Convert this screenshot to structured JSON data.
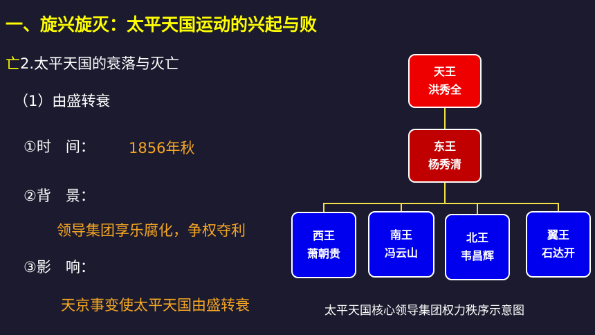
{
  "slide": {
    "title": "一、旋兴旋灭：太平天国运动的兴起与败",
    "section_glyph": "亡",
    "section": "2.太平天国的衰落与灭亡",
    "item1": "（1）由盛转衰",
    "time_label": "①时　间：",
    "time_value": "1856年秋",
    "background_label": "②背　景：",
    "background_value": "领导集团享乐腐化，争权夺利",
    "impact_label": "③影　响：",
    "impact_value": "天京事变使太平天国由盛转衰"
  },
  "diagram": {
    "caption": "太平天国核心领导集团权力秩序示意图",
    "nodes": {
      "tianwang": {
        "title": "天王",
        "name": "洪秀全"
      },
      "dongwang": {
        "title": "东王",
        "name": "杨秀清"
      },
      "xiwang": {
        "title": "西王",
        "name": "萧朝贵"
      },
      "nanwang": {
        "title": "南王",
        "name": "冯云山"
      },
      "beiwang": {
        "title": "北王",
        "name": "韦昌辉"
      },
      "yiwang": {
        "title": "翼王",
        "name": "石达开"
      }
    },
    "colors": {
      "background": "#1b1a2e",
      "title_text": "#ffff00",
      "highlight_text": "#f5a623",
      "top_node": "#ee0000",
      "second_node": "#c00000",
      "lower_node": "#0000ee",
      "connector": "#f2e24a"
    }
  }
}
